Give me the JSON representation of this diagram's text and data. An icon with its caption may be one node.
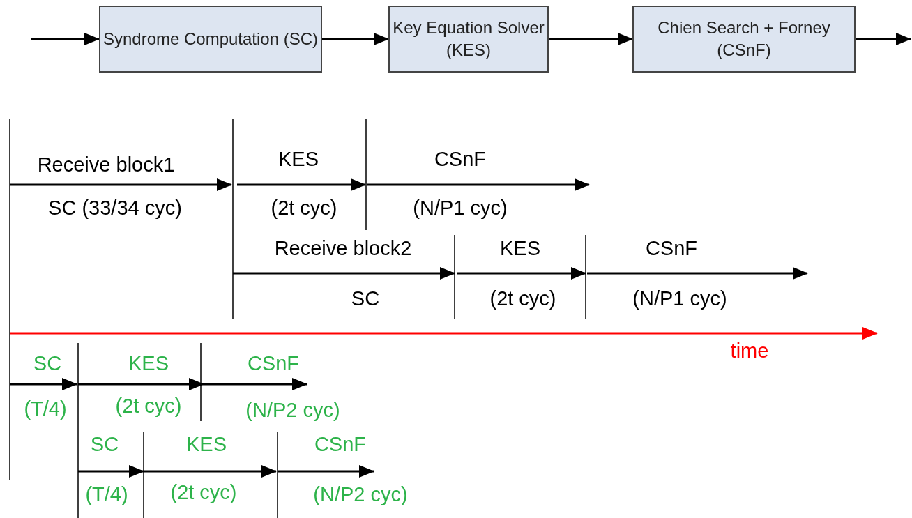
{
  "diagram": {
    "nodes": [
      {
        "text": [
          "Syndrome Computation (SC)"
        ]
      },
      {
        "text": [
          "Key Equation Solver (KES)"
        ]
      },
      {
        "text": [
          "Chien Search + Forney (CSnF)"
        ]
      }
    ],
    "edges": [
      {
        "from": null,
        "to": 0,
        "arrow": "to"
      },
      {
        "from": 0,
        "to": 1,
        "arrow": "to"
      },
      {
        "from": 1,
        "to": 2,
        "arrow": "to"
      },
      {
        "from": 2,
        "to": null,
        "arrow": "to"
      }
    ],
    "labels": [
      "Receive block1",
      "KES",
      "CSnF",
      "SC (33/34 cyc)",
      "(2t cyc)",
      "(N/P1 cyc)",
      "Receive block2",
      "KES",
      "CSnF",
      "SC",
      "(2t cyc)",
      "(N/P1 cyc)",
      "time",
      "SC",
      "KES",
      "CSnF",
      "(T/4)",
      "(2t cyc)",
      "(N/P2 cyc)",
      "SC",
      "KES",
      "CSnF",
      "(T/4)",
      "(2t cyc)",
      "(N/P2 cyc)"
    ]
  }
}
